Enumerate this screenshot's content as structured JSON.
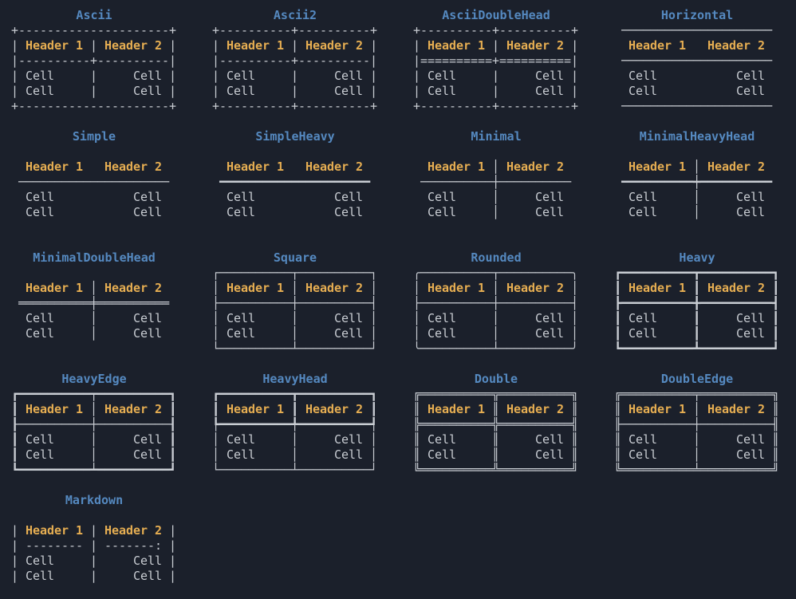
{
  "colors": {
    "background": "#1b202b",
    "title": "#5589c0",
    "header": "#e6ae52",
    "text": "#c9cdd3"
  },
  "tables": [
    {
      "title": "Ascii",
      "headers": [
        "Header 1",
        "Header 2"
      ],
      "cells": [
        [
          "Cell",
          "Cell"
        ],
        [
          "Cell",
          "Cell"
        ]
      ],
      "lines": [
        "+---------------------+",
        "| Header 1 | Header 2 |",
        "|----------+----------|",
        "| Cell     |     Cell |",
        "| Cell     |     Cell |",
        "+---------------------+"
      ]
    },
    {
      "title": "Ascii2",
      "headers": [
        "Header 1",
        "Header 2"
      ],
      "cells": [
        [
          "Cell",
          "Cell"
        ],
        [
          "Cell",
          "Cell"
        ]
      ],
      "lines": [
        "+----------+----------+",
        "| Header 1 | Header 2 |",
        "|----------+----------|",
        "| Cell     |     Cell |",
        "| Cell     |     Cell |",
        "+----------+----------+"
      ]
    },
    {
      "title": "AsciiDoubleHead",
      "headers": [
        "Header 1",
        "Header 2"
      ],
      "cells": [
        [
          "Cell",
          "Cell"
        ],
        [
          "Cell",
          "Cell"
        ]
      ],
      "lines": [
        "+----------+----------+",
        "| Header 1 | Header 2 |",
        "|==========+==========|",
        "| Cell     |     Cell |",
        "| Cell     |     Cell |",
        "+----------+----------+"
      ]
    },
    {
      "title": "Horizontal",
      "headers": [
        "Header 1",
        "Header 2"
      ],
      "cells": [
        [
          "Cell",
          "Cell"
        ],
        [
          "Cell",
          "Cell"
        ]
      ],
      "lines": [
        " ───────────────────── ",
        "  Header 1   Header 2  ",
        " ───────────────────── ",
        "  Cell           Cell  ",
        "  Cell           Cell  ",
        " ───────────────────── "
      ]
    },
    {
      "title": "Simple",
      "headers": [
        "Header 1",
        "Header 2"
      ],
      "cells": [
        [
          "Cell",
          "Cell"
        ],
        [
          "Cell",
          "Cell"
        ]
      ],
      "lines": [
        "",
        "  Header 1   Header 2  ",
        " ───────────────────── ",
        "  Cell           Cell  ",
        "  Cell           Cell  ",
        ""
      ]
    },
    {
      "title": "SimpleHeavy",
      "headers": [
        "Header 1",
        "Header 2"
      ],
      "cells": [
        [
          "Cell",
          "Cell"
        ],
        [
          "Cell",
          "Cell"
        ]
      ],
      "lines": [
        "",
        "  Header 1   Header 2  ",
        " ━━━━━━━━━━━━━━━━━━━━━ ",
        "  Cell           Cell  ",
        "  Cell           Cell  ",
        ""
      ]
    },
    {
      "title": "Minimal",
      "headers": [
        "Header 1",
        "Header 2"
      ],
      "cells": [
        [
          "Cell",
          "Cell"
        ],
        [
          "Cell",
          "Cell"
        ]
      ],
      "lines": [
        "",
        "  Header 1 │ Header 2  ",
        " ──────────┼────────── ",
        "  Cell     │     Cell  ",
        "  Cell     │     Cell  ",
        ""
      ]
    },
    {
      "title": "MinimalHeavyHead",
      "headers": [
        "Header 1",
        "Header 2"
      ],
      "cells": [
        [
          "Cell",
          "Cell"
        ],
        [
          "Cell",
          "Cell"
        ]
      ],
      "lines": [
        "",
        "  Header 1 │ Header 2  ",
        " ━━━━━━━━━━┿━━━━━━━━━━ ",
        "  Cell     │     Cell  ",
        "  Cell     │     Cell  ",
        ""
      ]
    },
    {
      "title": "MinimalDoubleHead",
      "headers": [
        "Header 1",
        "Header 2"
      ],
      "cells": [
        [
          "Cell",
          "Cell"
        ],
        [
          "Cell",
          "Cell"
        ]
      ],
      "lines": [
        "",
        "  Header 1 │ Header 2  ",
        " ══════════╪══════════ ",
        "  Cell     │     Cell  ",
        "  Cell     │     Cell  ",
        ""
      ]
    },
    {
      "title": "Square",
      "headers": [
        "Header 1",
        "Header 2"
      ],
      "cells": [
        [
          "Cell",
          "Cell"
        ],
        [
          "Cell",
          "Cell"
        ]
      ],
      "lines": [
        "┌──────────┬──────────┐",
        "│ Header 1 │ Header 2 │",
        "├──────────┼──────────┤",
        "│ Cell     │     Cell │",
        "│ Cell     │     Cell │",
        "└──────────┴──────────┘"
      ]
    },
    {
      "title": "Rounded",
      "headers": [
        "Header 1",
        "Header 2"
      ],
      "cells": [
        [
          "Cell",
          "Cell"
        ],
        [
          "Cell",
          "Cell"
        ]
      ],
      "lines": [
        "╭──────────┬──────────╮",
        "│ Header 1 │ Header 2 │",
        "├──────────┼──────────┤",
        "│ Cell     │     Cell │",
        "│ Cell     │     Cell │",
        "╰──────────┴──────────╯"
      ]
    },
    {
      "title": "Heavy",
      "headers": [
        "Header 1",
        "Header 2"
      ],
      "cells": [
        [
          "Cell",
          "Cell"
        ],
        [
          "Cell",
          "Cell"
        ]
      ],
      "lines": [
        "┏━━━━━━━━━━┳━━━━━━━━━━┓",
        "┃ Header 1 ┃ Header 2 ┃",
        "┣━━━━━━━━━━╋━━━━━━━━━━┫",
        "┃ Cell     ┃     Cell ┃",
        "┃ Cell     ┃     Cell ┃",
        "┗━━━━━━━━━━┻━━━━━━━━━━┛"
      ]
    },
    {
      "title": "HeavyEdge",
      "headers": [
        "Header 1",
        "Header 2"
      ],
      "cells": [
        [
          "Cell",
          "Cell"
        ],
        [
          "Cell",
          "Cell"
        ]
      ],
      "lines": [
        "┏━━━━━━━━━━┯━━━━━━━━━━┓",
        "┃ Header 1 │ Header 2 ┃",
        "┠──────────┼──────────┨",
        "┃ Cell     │     Cell ┃",
        "┃ Cell     │     Cell ┃",
        "┗━━━━━━━━━━┷━━━━━━━━━━┛"
      ]
    },
    {
      "title": "HeavyHead",
      "headers": [
        "Header 1",
        "Header 2"
      ],
      "cells": [
        [
          "Cell",
          "Cell"
        ],
        [
          "Cell",
          "Cell"
        ]
      ],
      "lines": [
        "┏━━━━━━━━━━┳━━━━━━━━━━┓",
        "┃ Header 1 ┃ Header 2 ┃",
        "┡━━━━━━━━━━╇━━━━━━━━━━┩",
        "│ Cell     │     Cell │",
        "│ Cell     │     Cell │",
        "└──────────┴──────────┘"
      ]
    },
    {
      "title": "Double",
      "headers": [
        "Header 1",
        "Header 2"
      ],
      "cells": [
        [
          "Cell",
          "Cell"
        ],
        [
          "Cell",
          "Cell"
        ]
      ],
      "lines": [
        "╔══════════╦══════════╗",
        "║ Header 1 ║ Header 2 ║",
        "╠══════════╬══════════╣",
        "║ Cell     ║     Cell ║",
        "║ Cell     ║     Cell ║",
        "╚══════════╩══════════╝"
      ]
    },
    {
      "title": "DoubleEdge",
      "headers": [
        "Header 1",
        "Header 2"
      ],
      "cells": [
        [
          "Cell",
          "Cell"
        ],
        [
          "Cell",
          "Cell"
        ]
      ],
      "lines": [
        "╔══════════╤══════════╗",
        "║ Header 1 │ Header 2 ║",
        "╟──────────┼──────────╢",
        "║ Cell     │     Cell ║",
        "║ Cell     │     Cell ║",
        "╚══════════╧══════════╝"
      ]
    },
    {
      "title": "Markdown",
      "headers": [
        "Header 1",
        "Header 2"
      ],
      "cells": [
        [
          "Cell",
          "Cell"
        ],
        [
          "Cell",
          "Cell"
        ]
      ],
      "lines": [
        "",
        "| Header 1 | Header 2 |",
        "| -------- | -------: |",
        "| Cell     |     Cell |",
        "| Cell     |     Cell |",
        ""
      ]
    }
  ]
}
